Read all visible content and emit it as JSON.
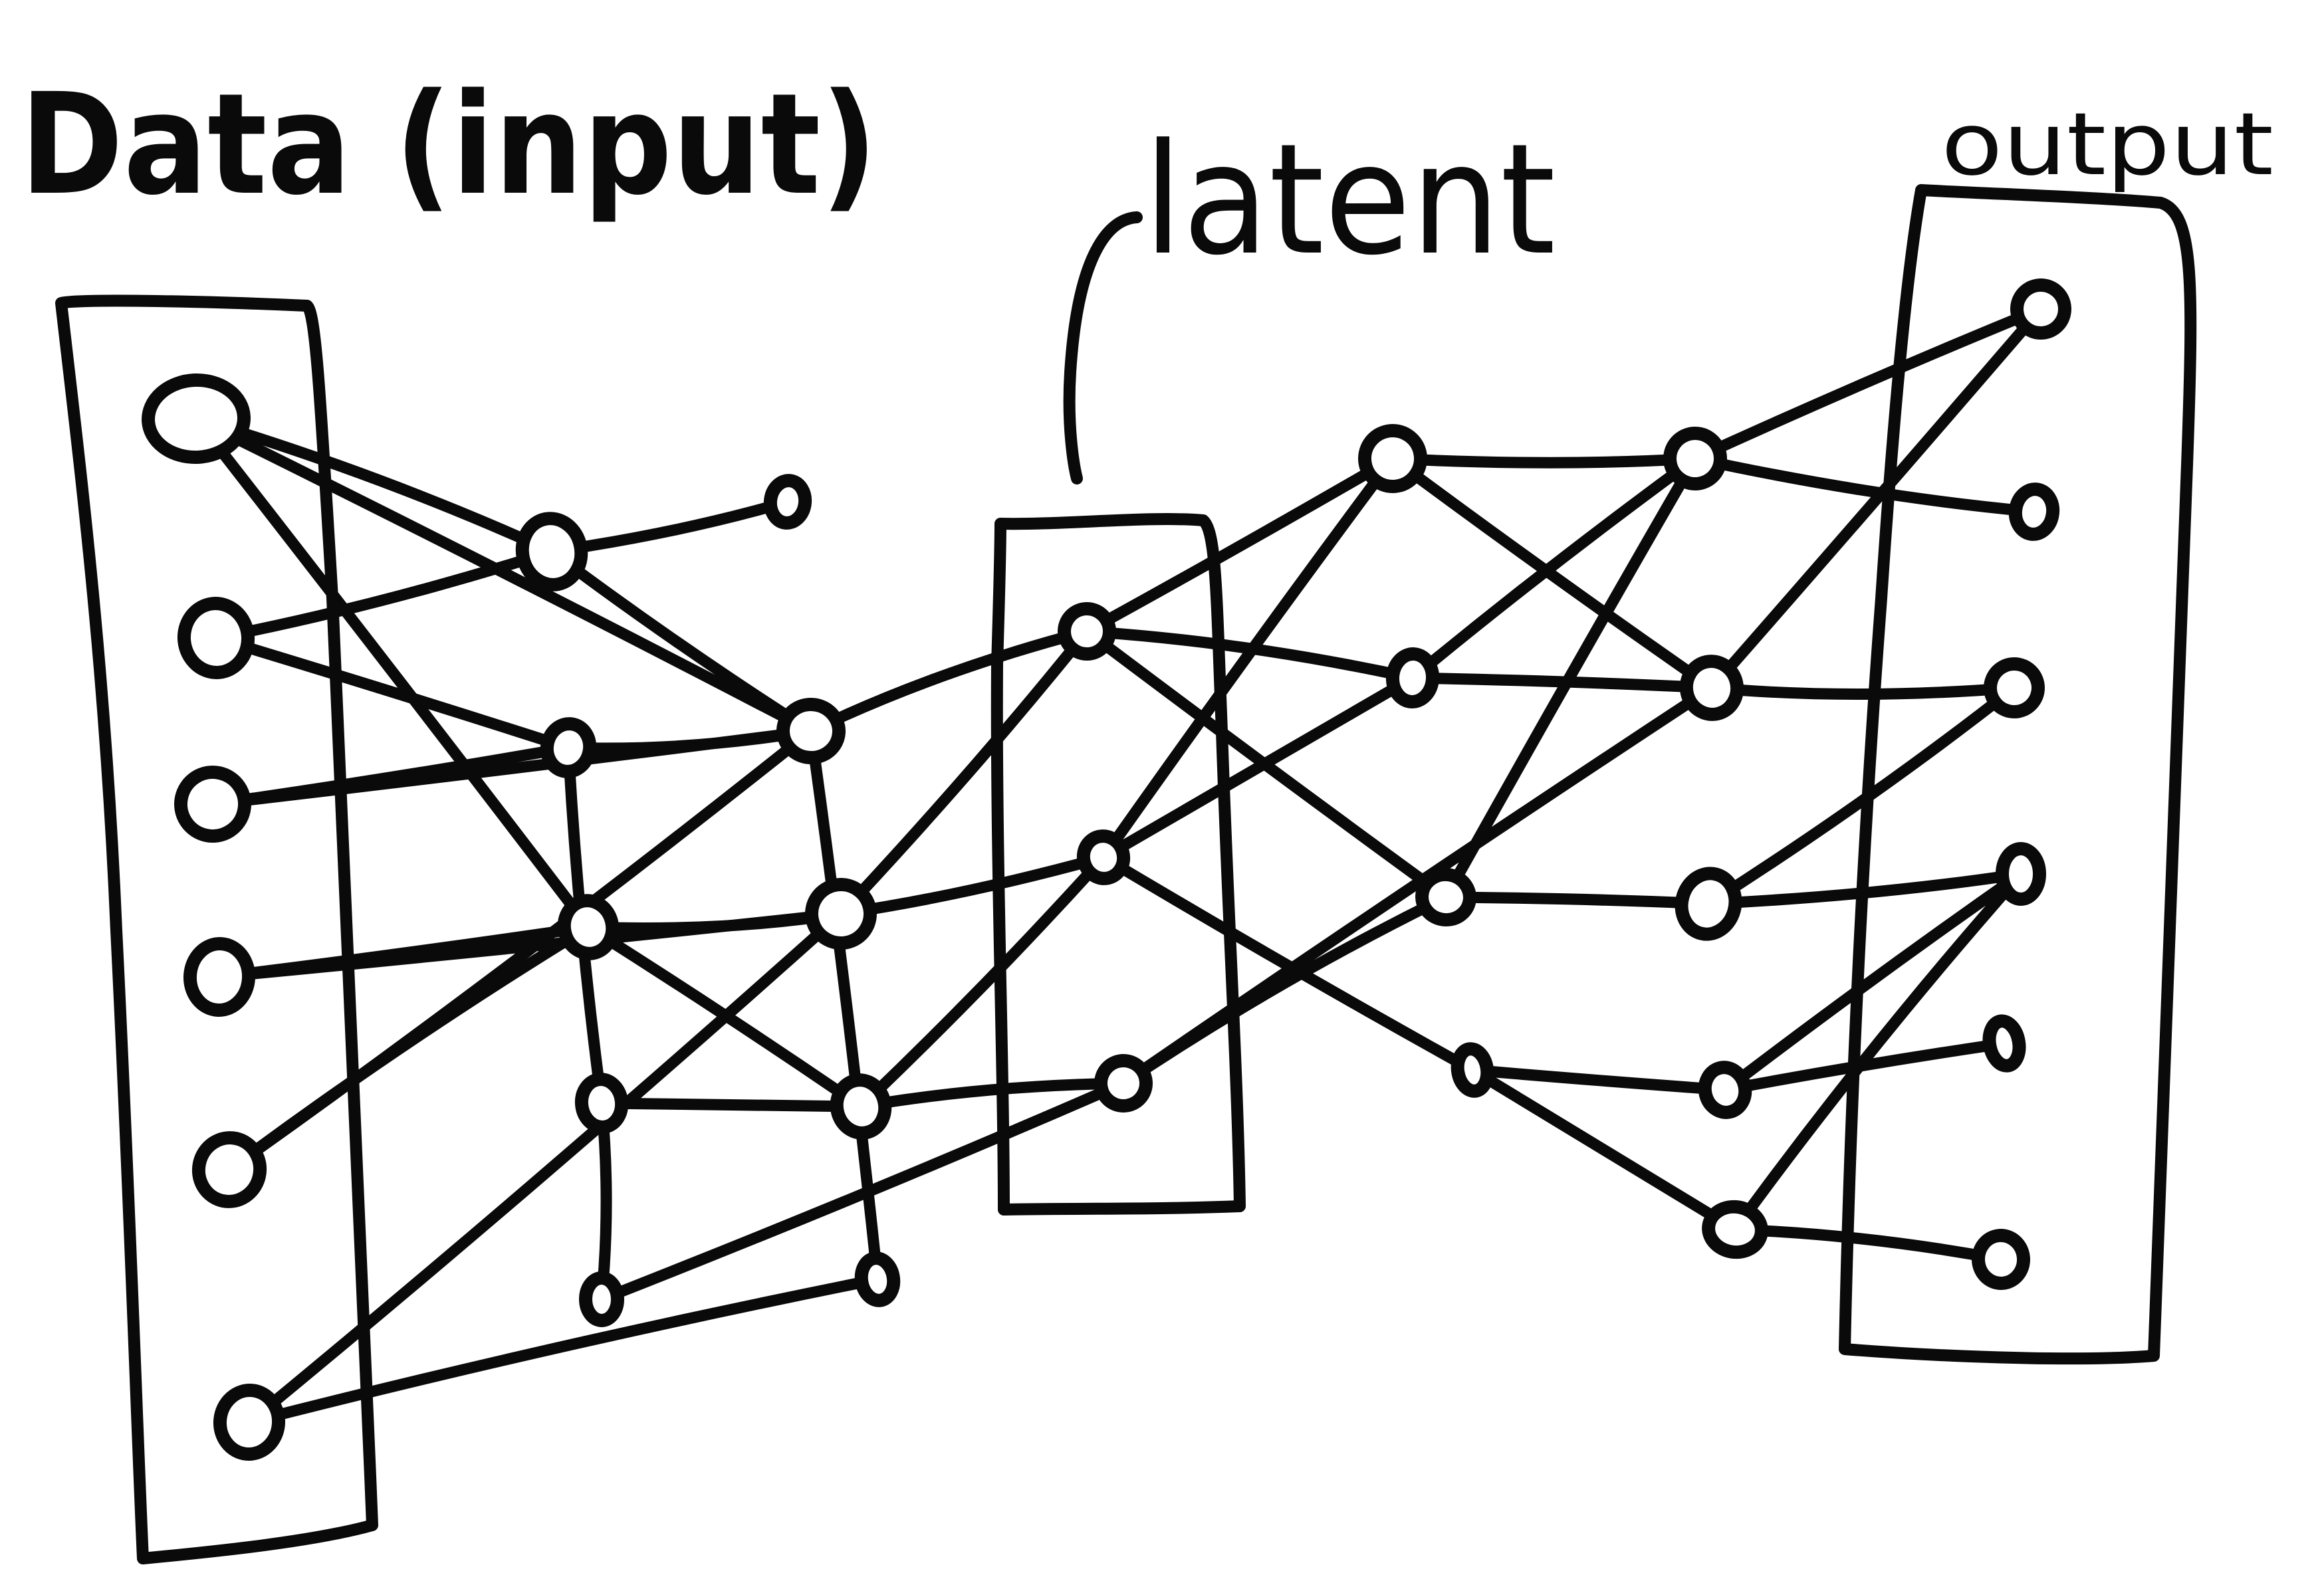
{
  "labels": {
    "input": "Data (input)",
    "latent": "latent",
    "output": "output"
  },
  "colors": {
    "ink": "#0a0a0a",
    "paper": "#ffffff"
  },
  "nodes": [
    {
      "id": "in1",
      "group": "input"
    },
    {
      "id": "in2",
      "group": "input"
    },
    {
      "id": "in3",
      "group": "input"
    },
    {
      "id": "in4",
      "group": "input"
    },
    {
      "id": "in5",
      "group": "input"
    },
    {
      "id": "in6",
      "group": "input"
    },
    {
      "id": "a1",
      "group": "hidden"
    },
    {
      "id": "a2",
      "group": "hidden"
    },
    {
      "id": "a3",
      "group": "hidden"
    },
    {
      "id": "a4",
      "group": "hidden"
    },
    {
      "id": "a5",
      "group": "hidden"
    },
    {
      "id": "b1",
      "group": "hidden"
    },
    {
      "id": "b2",
      "group": "hidden"
    },
    {
      "id": "b3",
      "group": "hidden"
    },
    {
      "id": "b4",
      "group": "hidden"
    },
    {
      "id": "b5",
      "group": "hidden"
    },
    {
      "id": "l1",
      "group": "latent"
    },
    {
      "id": "l2",
      "group": "latent"
    },
    {
      "id": "l3",
      "group": "latent"
    },
    {
      "id": "c1",
      "group": "hidden"
    },
    {
      "id": "c2",
      "group": "hidden"
    },
    {
      "id": "c3",
      "group": "hidden"
    },
    {
      "id": "c4",
      "group": "hidden"
    },
    {
      "id": "d1",
      "group": "hidden"
    },
    {
      "id": "d2",
      "group": "hidden"
    },
    {
      "id": "d3",
      "group": "hidden"
    },
    {
      "id": "d4",
      "group": "hidden"
    },
    {
      "id": "d5",
      "group": "hidden"
    },
    {
      "id": "o1",
      "group": "output"
    },
    {
      "id": "o2",
      "group": "output"
    },
    {
      "id": "o3",
      "group": "output"
    },
    {
      "id": "o4",
      "group": "output"
    },
    {
      "id": "o5",
      "group": "output"
    },
    {
      "id": "o6",
      "group": "output"
    }
  ],
  "edges": [
    [
      "in1",
      "a1"
    ],
    [
      "in1",
      "b1"
    ],
    [
      "in1",
      "a3"
    ],
    [
      "in2",
      "a1"
    ],
    [
      "in2",
      "a2"
    ],
    [
      "in3",
      "a2"
    ],
    [
      "in3",
      "b1"
    ],
    [
      "in4",
      "a3"
    ],
    [
      "in4",
      "b2"
    ],
    [
      "in5",
      "a3"
    ],
    [
      "in5",
      "b1"
    ],
    [
      "in6",
      "b2"
    ],
    [
      "in6",
      "b4"
    ],
    [
      "a1",
      "a5"
    ],
    [
      "a1",
      "b1"
    ],
    [
      "a2",
      "b1"
    ],
    [
      "a2",
      "a4"
    ],
    [
      "a3",
      "b2"
    ],
    [
      "a3",
      "b3"
    ],
    [
      "a4",
      "b3"
    ],
    [
      "a4",
      "b5"
    ],
    [
      "b1",
      "l1"
    ],
    [
      "b1",
      "b4"
    ],
    [
      "b2",
      "l1"
    ],
    [
      "b2",
      "l3"
    ],
    [
      "b3",
      "l3"
    ],
    [
      "b3",
      "l2"
    ],
    [
      "b5",
      "l2"
    ],
    [
      "l1",
      "c1"
    ],
    [
      "l1",
      "c2"
    ],
    [
      "l1",
      "c3"
    ],
    [
      "l2",
      "c3"
    ],
    [
      "l2",
      "d2"
    ],
    [
      "l3",
      "c1"
    ],
    [
      "l3",
      "c2"
    ],
    [
      "l3",
      "c4"
    ],
    [
      "c1",
      "d1"
    ],
    [
      "c1",
      "d2"
    ],
    [
      "c2",
      "d1"
    ],
    [
      "c2",
      "d2"
    ],
    [
      "c3",
      "d3"
    ],
    [
      "c3",
      "d1"
    ],
    [
      "c4",
      "d4"
    ],
    [
      "c4",
      "d5"
    ],
    [
      "d1",
      "o2"
    ],
    [
      "d1",
      "o1"
    ],
    [
      "d2",
      "o3"
    ],
    [
      "d2",
      "o1"
    ],
    [
      "d3",
      "o4"
    ],
    [
      "d3",
      "o3"
    ],
    [
      "d4",
      "o5"
    ],
    [
      "d4",
      "o4"
    ],
    [
      "d5",
      "o6"
    ],
    [
      "d5",
      "o4"
    ]
  ]
}
